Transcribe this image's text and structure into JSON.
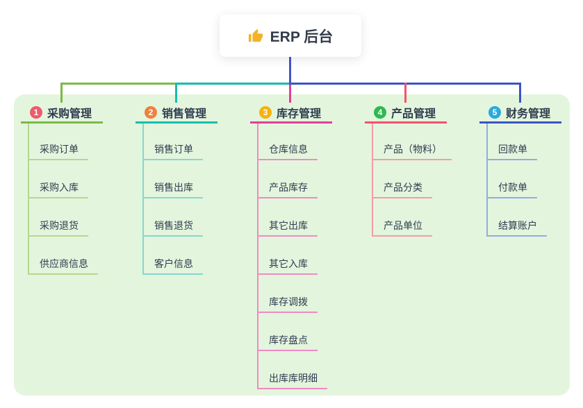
{
  "root": {
    "icon": "thumbs-up-icon",
    "label": "ERP 后台"
  },
  "colors": {
    "root_connector": "#4254c8",
    "panel_background": "#e4f5de",
    "icon_gold": "#f2b32a",
    "text_dark": "#2e3c4e"
  },
  "branches": [
    {
      "num": "1",
      "label": "采购管理",
      "badge_color": "#ee5b6e",
      "line_color": "#7aba43",
      "light_color": "#b3d88e",
      "children": [
        "采购订单",
        "采购入库",
        "采购退货",
        "供应商信息"
      ]
    },
    {
      "num": "2",
      "label": "销售管理",
      "badge_color": "#f0803e",
      "line_color": "#18bcac",
      "light_color": "#84d8ce",
      "children": [
        "销售订单",
        "销售出库",
        "销售退货",
        "客户信息"
      ]
    },
    {
      "num": "3",
      "label": "库存管理",
      "badge_color": "#f6b20f",
      "line_color": "#e23d97",
      "light_color": "#f289c4",
      "children": [
        "仓库信息",
        "产品库存",
        "其它出库",
        "其它入库",
        "库存调拨",
        "库存盘点",
        "出库库明细"
      ]
    },
    {
      "num": "4",
      "label": "产品管理",
      "badge_color": "#2fb850",
      "line_color": "#f4516c",
      "light_color": "#f89aa8",
      "children": [
        "产品（物料）",
        "产品分类",
        "产品单位"
      ]
    },
    {
      "num": "5",
      "label": "财务管理",
      "badge_color": "#2ba8de",
      "line_color": "#3a53c5",
      "light_color": "#94aae0",
      "children": [
        "回款单",
        "付款单",
        "结算账户"
      ]
    }
  ]
}
